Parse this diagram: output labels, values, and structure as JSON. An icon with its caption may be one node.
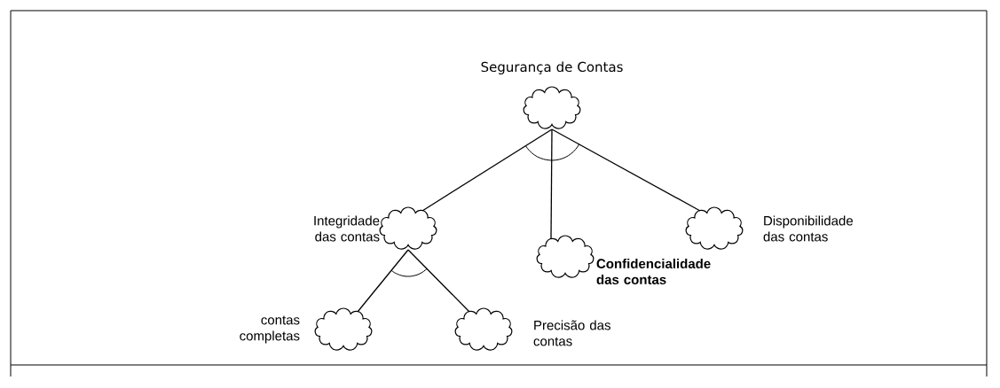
{
  "diagram": {
    "nodes": [
      {
        "text": [
          "Segurança de Contas"
        ]
      },
      {
        "text": [
          "Integridade das contas"
        ]
      },
      {
        "text": [
          "Confidencialidade das contas"
        ]
      },
      {
        "text": [
          "Disponibilidade das contas"
        ]
      },
      {
        "text": [
          "contas completas"
        ]
      },
      {
        "text": [
          "Precisão das contas"
        ]
      }
    ],
    "edges": [
      {
        "from": 0,
        "to": 1,
        "arrow": "none"
      },
      {
        "from": 0,
        "to": 2,
        "arrow": "none"
      },
      {
        "from": 0,
        "to": 3,
        "arrow": "none"
      },
      {
        "from": 1,
        "to": 4,
        "arrow": "none"
      },
      {
        "from": 1,
        "to": 5,
        "arrow": "none"
      }
    ]
  }
}
